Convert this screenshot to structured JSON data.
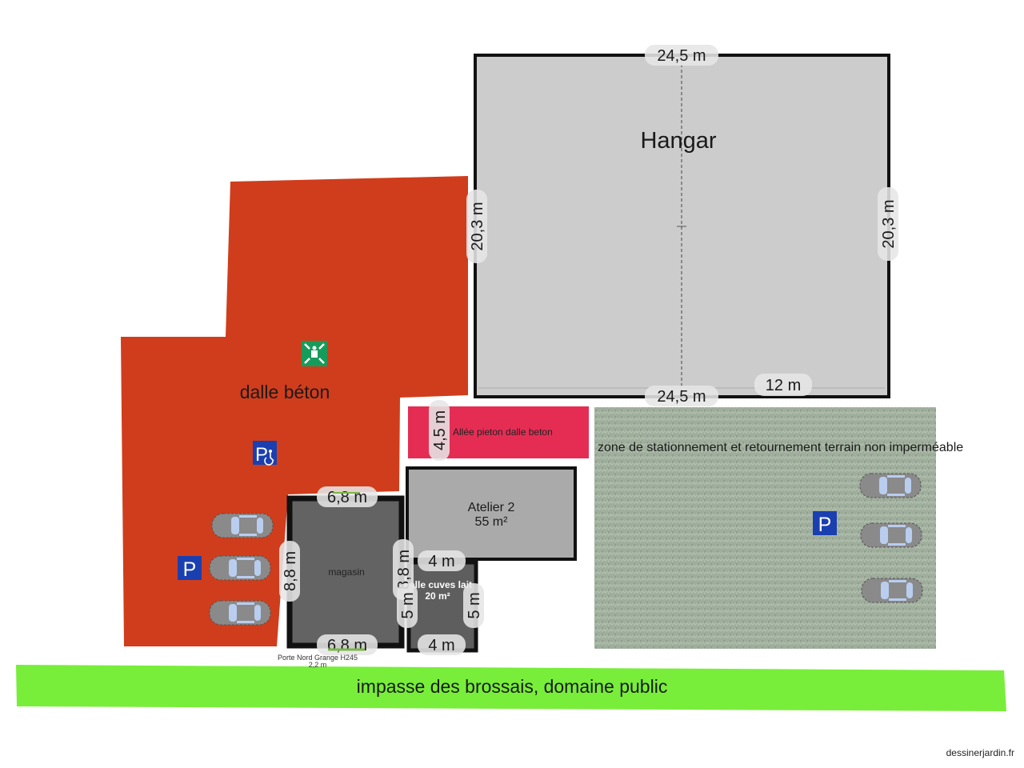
{
  "plan": {
    "colors": {
      "dalle": "#d03d1c",
      "hangar": "#cccccc",
      "allee": "#e52d54",
      "atelier": "#aaaaaa",
      "magasin": "#636363",
      "cuves": "#5e5e5e",
      "parking_zone": "#9fae9c",
      "road": "#78ee3a",
      "parking_sign": "#1a3fb0",
      "assembly_sign": "#169c5a",
      "car_body": "#8a8a8a",
      "car_glass": "#b9cdef"
    },
    "hangar": {
      "label": "Hangar",
      "dim_top": "24,5 m",
      "dim_bottom": "24,5 m",
      "dim_left": "20,3 m",
      "dim_right": "20,3 m",
      "dim_inner": "12 m"
    },
    "dalle": {
      "label": "dalle béton"
    },
    "allee": {
      "label": "Allée pieton dalle beton",
      "dim": "4,5 m"
    },
    "atelier": {
      "label": "Atelier 2",
      "area": "55 m²"
    },
    "magasin": {
      "label": "magasin",
      "dim_top": "6,8 m",
      "dim_bottom": "6,8 m",
      "dim_left": "8,8 m",
      "dim_right": "8,8 m"
    },
    "cuves": {
      "label": "Salle cuves lait",
      "area": "20 m²",
      "dim_top": "4 m",
      "dim_bottom": "4 m",
      "dim_left": "5 m",
      "dim_right": "5 m"
    },
    "door": {
      "label": "Porte Nord Grange H245",
      "width": "2,2 m"
    },
    "parking_zone": {
      "label": "zone de stationnement et retournement terrain non imperméable"
    },
    "road": {
      "label": "impasse des brossais, domaine public"
    },
    "signs": {
      "parking": "P",
      "accessible_parking": "P"
    }
  },
  "footer": {
    "watermark": "dessinerjardin.fr"
  }
}
